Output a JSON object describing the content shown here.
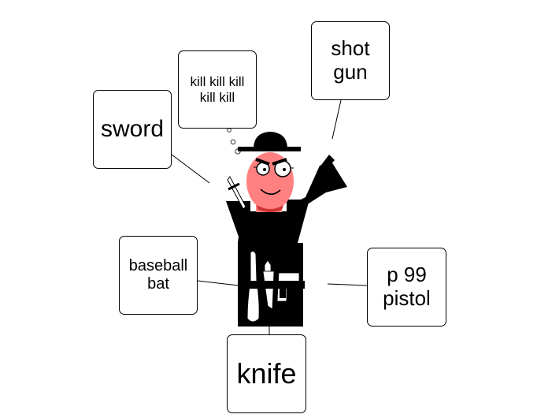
{
  "labels": {
    "thought": "kill kill kill\nkill kill",
    "shotgun": "shot\ngun",
    "sword": "sword",
    "baseball_bat": "baseball\nbat",
    "pistol": "p 99\npistol",
    "knife": "knife"
  },
  "colors": {
    "skin": "#ff8080",
    "mouth": "#cc3333",
    "outfit": "#000000",
    "blade": "#ffffff",
    "background": "#ffffff"
  }
}
